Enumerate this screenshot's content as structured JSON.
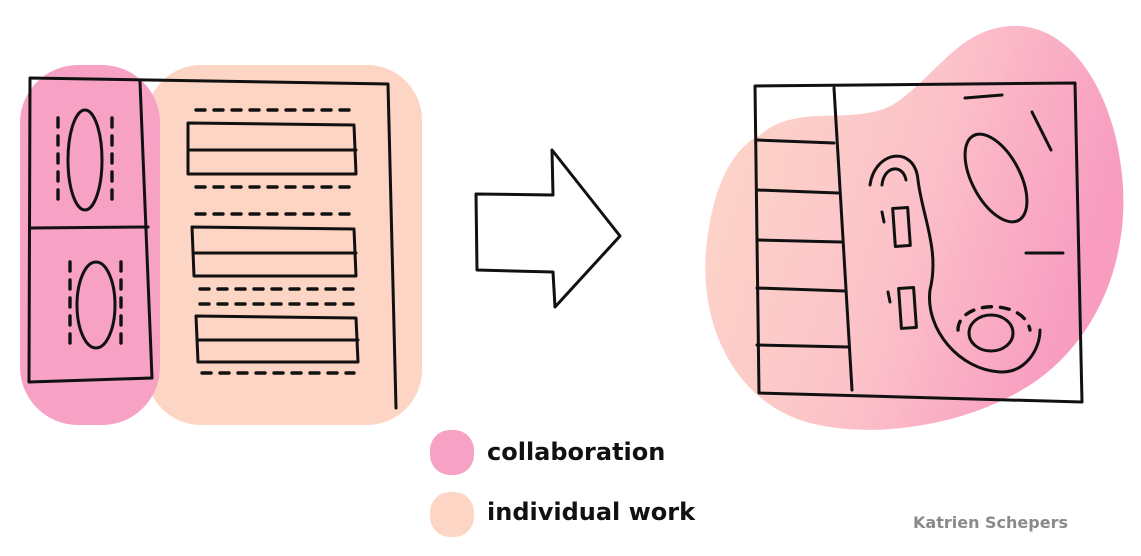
{
  "colors": {
    "collaboration": "#f7a1c4",
    "individual_work": "#fdd5c4",
    "ink": "#111111",
    "credit": "#8a8a8a"
  },
  "legend": [
    {
      "label": "collaboration",
      "color_key": "collaboration"
    },
    {
      "label": "individual work",
      "color_key": "individual_work"
    }
  ],
  "credit": "Katrien Schepers"
}
